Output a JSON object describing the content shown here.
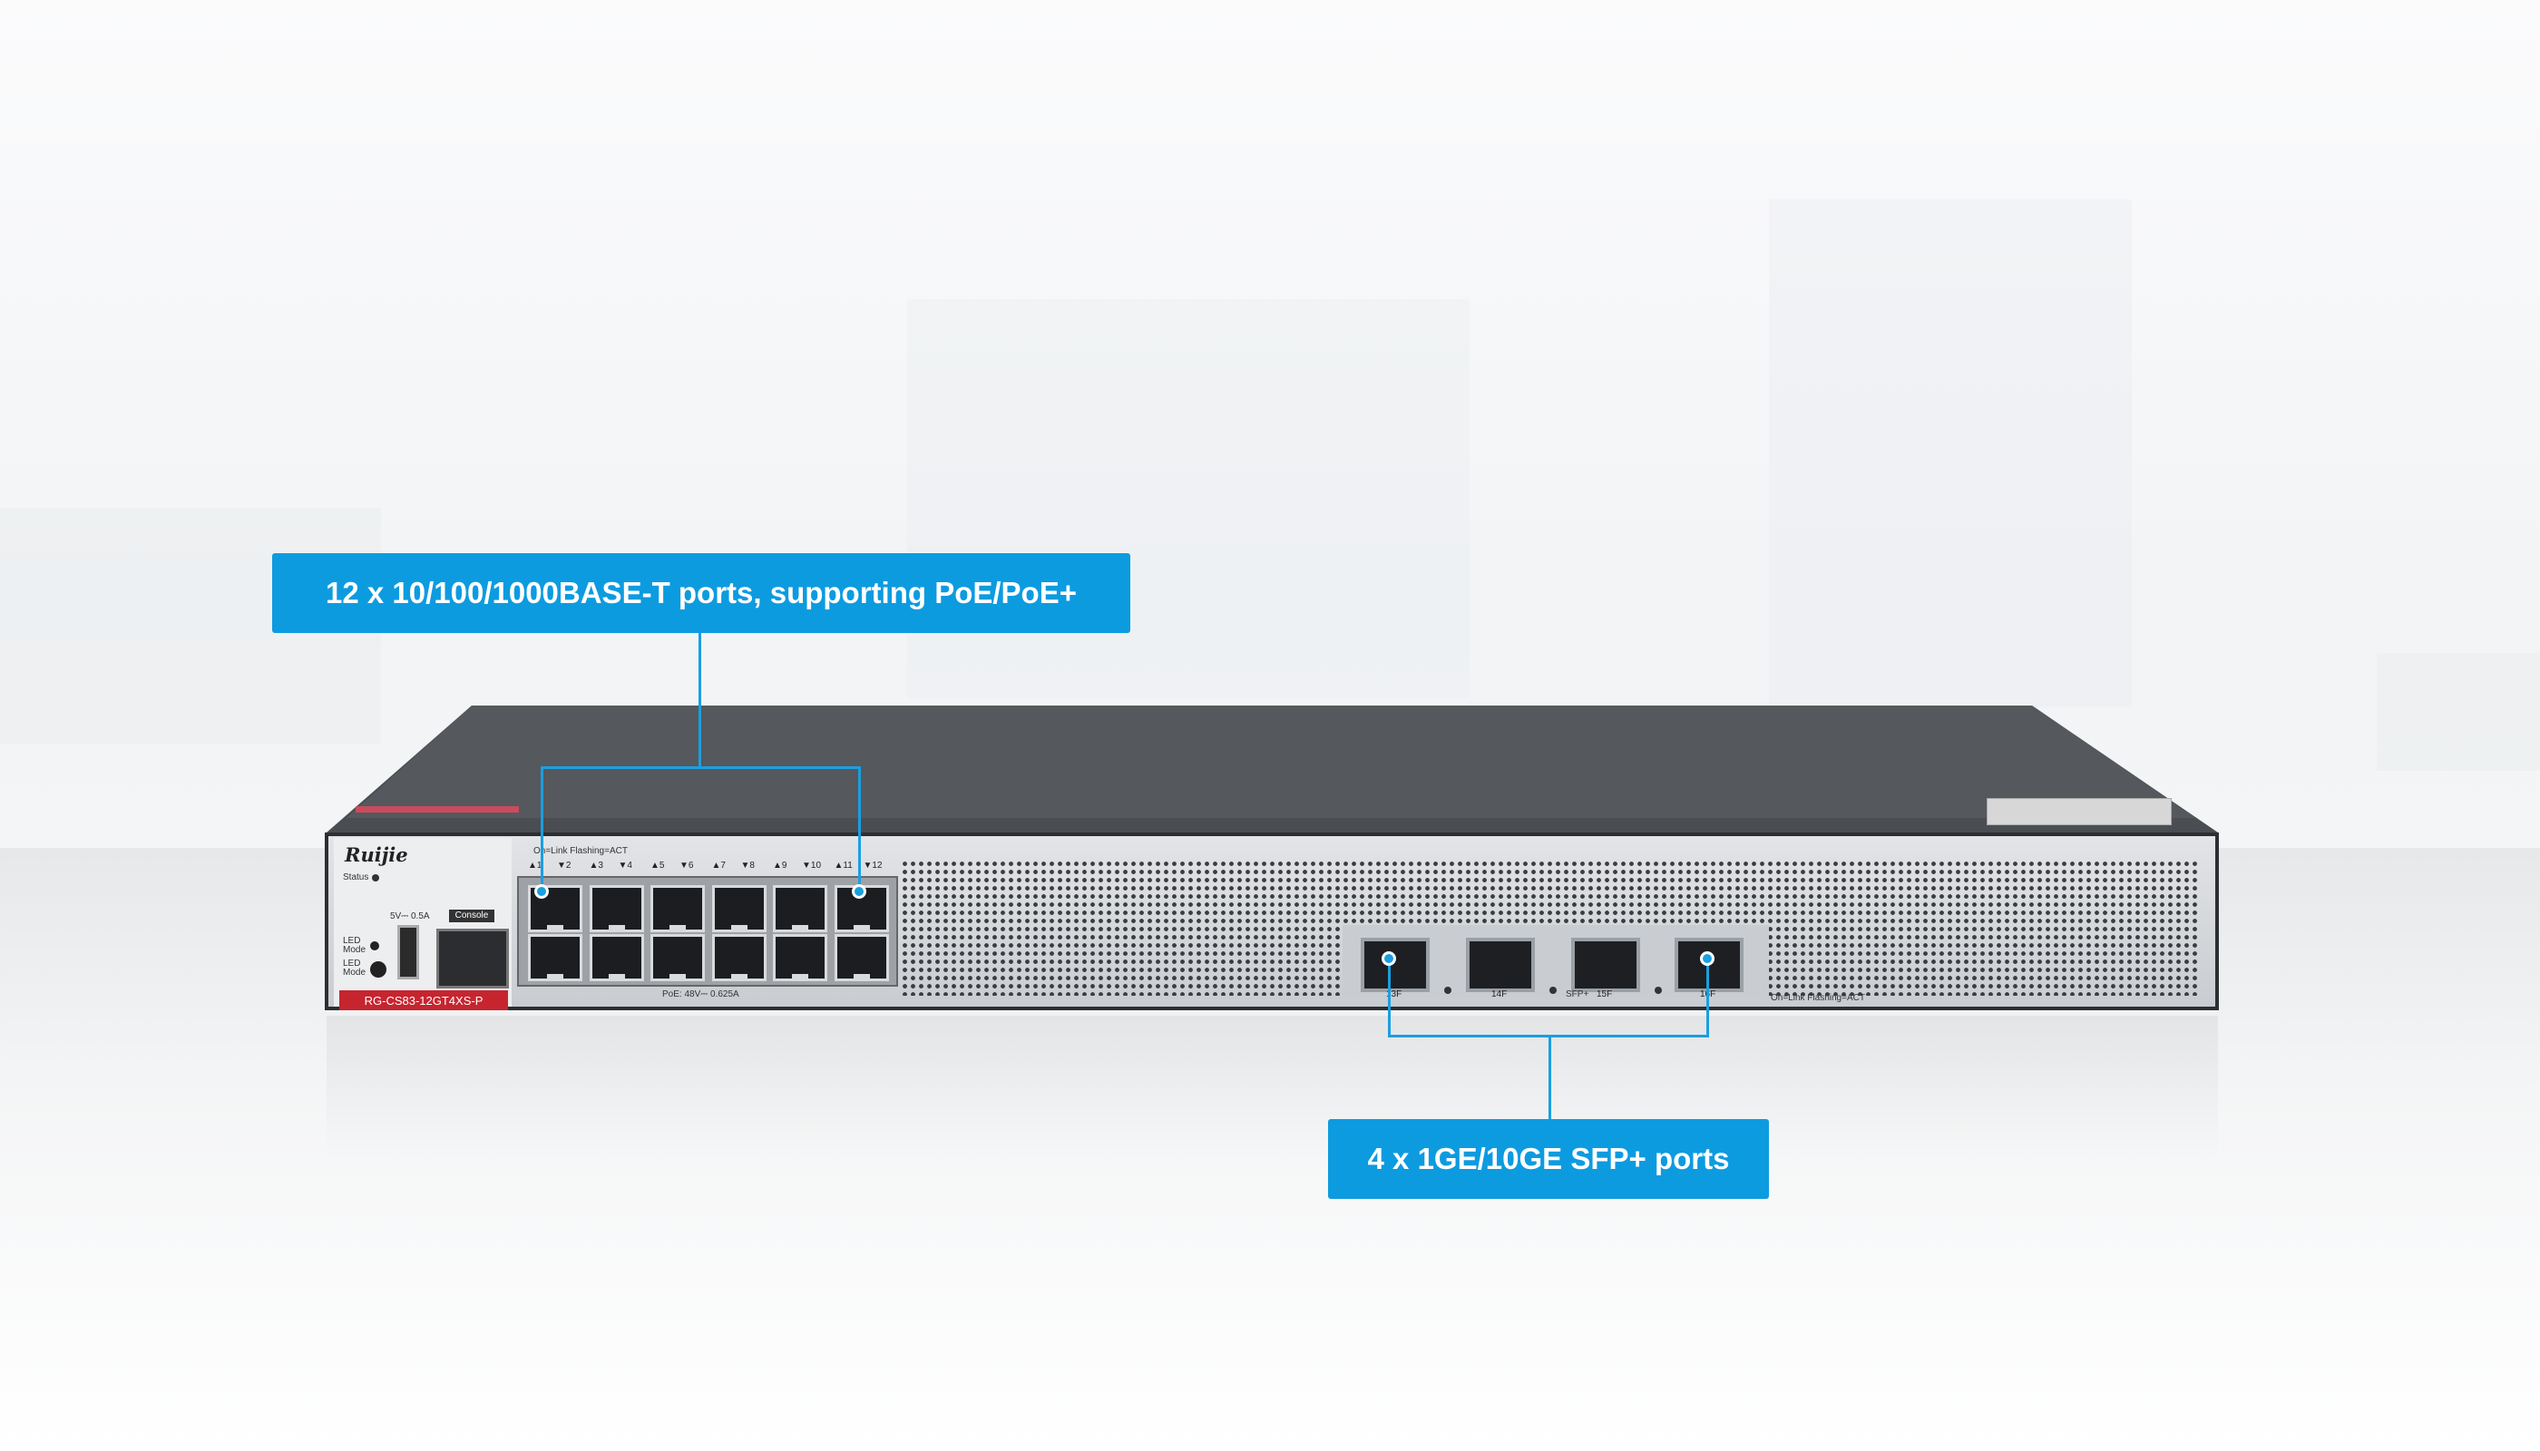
{
  "callouts": {
    "rj45": "12 x 10/100/1000BASE-T ports, supporting PoE/PoE+",
    "sfp": "4 x 1GE/10GE SFP+ ports"
  },
  "device": {
    "brand": "Ruijie",
    "model": "RG-CS83-12GT4XS-P",
    "status_label": "Status",
    "led_mode_1": "LED Mode",
    "led_mode_2": "LED Mode",
    "usb_rating": "5V⎓ 0.5A",
    "console_label": "Console",
    "rj_legend": "On=Link  Flashing=ACT",
    "poe_label": "PoE: 48V⎓ 0.625A",
    "sfp_legend": "On=Link  Flashing=ACT",
    "sfp_prefix": "SFP+",
    "rj_port_numbers": [
      "▲1",
      "▼2",
      "▲3",
      "▼4",
      "▲5",
      "▼6",
      "▲7",
      "▼8",
      "▲9",
      "▼10",
      "▲11",
      "▼12"
    ],
    "sfp_port_numbers": [
      "13F",
      "14F",
      "15F",
      "16F"
    ]
  },
  "colors": {
    "accent": "#0d9be0",
    "model_badge": "#c6252f"
  }
}
